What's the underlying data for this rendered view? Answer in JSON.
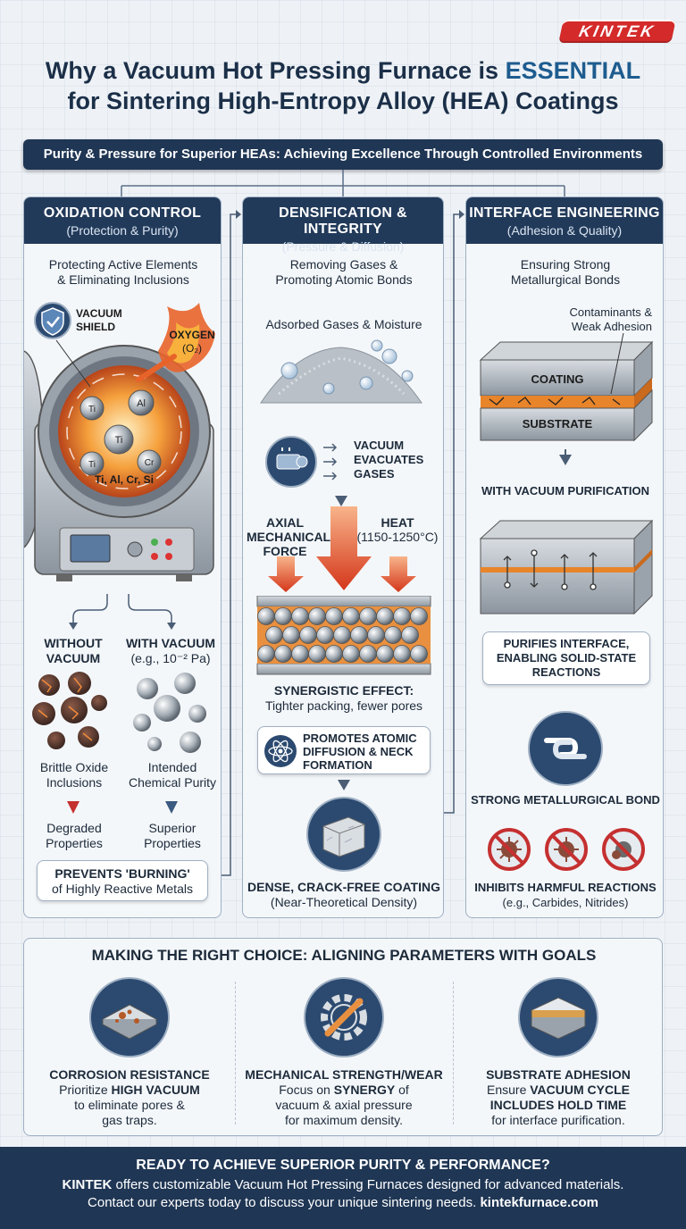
{
  "brand": {
    "logo": "KINTEK"
  },
  "title": {
    "line1_a": "Why a Vacuum Hot Pressing Furnace is ",
    "line1_b": "ESSENTIAL",
    "line2": "for Sintering High-Entropy Alloy (HEA) Coatings"
  },
  "banner": "Purity & Pressure for Superior HEAs: Achieving Excellence Through Controlled Environments",
  "columns": {
    "oxidation": {
      "title": "OXIDATION CONTROL",
      "subtitle": "(Protection & Purity)",
      "intro_1": "Protecting Active Elements",
      "intro_2": "& Eliminating Inclusions",
      "shield_1": "VACUUM",
      "shield_2": "SHIELD",
      "oxygen_1": "OXYGEN",
      "oxygen_2": "(O₂)",
      "atoms": [
        "Ti",
        "Al",
        "Ti",
        "Ti",
        "Cr"
      ],
      "elements": "Ti, Al, Cr, Si",
      "without_1": "WITHOUT",
      "without_2": "VACUUM",
      "with_1": "WITH VACUUM",
      "with_2": "(e.g., 10⁻² Pa)",
      "bad_1": "Brittle Oxide",
      "bad_2": "Inclusions",
      "good_1": "Intended",
      "good_2": "Chemical Purity",
      "bad_result_1": "Degraded",
      "bad_result_2": "Properties",
      "good_result_1": "Superior",
      "good_result_2": "Properties",
      "prevents_1": "PREVENTS 'BURNING'",
      "prevents_2": "of Highly Reactive Metals"
    },
    "densification": {
      "title": "DENSIFICATION & INTEGRITY",
      "subtitle": "(Pressure & Diffusion)",
      "intro_1": "Removing Gases &",
      "intro_2": "Promoting Atomic Bonds",
      "gases": "Adsorbed Gases & Moisture",
      "vac_1": "VACUUM",
      "vac_2": "EVACUATES",
      "vac_3": "GASES",
      "axial_1": "AXIAL",
      "axial_2": "MECHANICAL",
      "axial_3": "FORCE",
      "heat_1": "HEAT",
      "heat_2": "(1150-1250°C)",
      "syn_1": "SYNERGISTIC EFFECT:",
      "syn_2": "Tighter packing, fewer pores",
      "promotes_1": "PROMOTES ATOMIC",
      "promotes_2": "DIFFUSION & NECK",
      "promotes_3": "FORMATION",
      "dense_1": "DENSE, CRACK-FREE COATING",
      "dense_2": "(Near-Theoretical Density)"
    },
    "interface": {
      "title": "INTERFACE ENGINEERING",
      "subtitle": "(Adhesion & Quality)",
      "intro_1": "Ensuring Strong",
      "intro_2": "Metallurgical Bonds",
      "contam_1": "Contaminants &",
      "contam_2": "Weak Adhesion",
      "coating": "COATING",
      "substrate": "SUBSTRATE",
      "with_purif": "WITH VACUUM PURIFICATION",
      "purifies_1": "PURIFIES INTERFACE,",
      "purifies_2": "ENABLING SOLID-STATE",
      "purifies_3": "REACTIONS",
      "strong": "STRONG METALLURGICAL BOND",
      "inhibits_1": "INHIBITS HARMFUL REACTIONS",
      "inhibits_2": "(e.g., Carbides, Nitrides)"
    }
  },
  "choice": {
    "title": "MAKING THE RIGHT CHOICE: ALIGNING PARAMETERS WITH GOALS",
    "items": [
      {
        "head": "CORROSION RESISTANCE",
        "l1a": "Prioritize ",
        "l1b": "HIGH VACUUM",
        "l2": "to eliminate pores &",
        "l3": "gas traps."
      },
      {
        "head": "MECHANICAL STRENGTH/WEAR",
        "l1a": "Focus on ",
        "l1b": "SYNERGY",
        "l1c": " of",
        "l2": "vacuum & axial pressure",
        "l3": "for maximum density."
      },
      {
        "head": "SUBSTRATE ADHESION",
        "l1a": "Ensure ",
        "l1b": "VACUUM CYCLE",
        "l2b": "INCLUDES HOLD TIME",
        "l3": "for interface purification."
      }
    ]
  },
  "footer": {
    "line1": "READY TO ACHIEVE SUPERIOR PURITY & PERFORMANCE?",
    "line2a": "KINTEK",
    "line2b": " offers customizable Vacuum Hot Pressing Furnaces designed for advanced materials.",
    "line3a": "Contact our experts today to discuss your unique sintering needs. ",
    "line3b": "kintekfurnace.com"
  },
  "colors": {
    "navy": "#1f3654",
    "accent": "#1e5c8f",
    "red": "#d42a2a",
    "orange": "#e8842a"
  }
}
